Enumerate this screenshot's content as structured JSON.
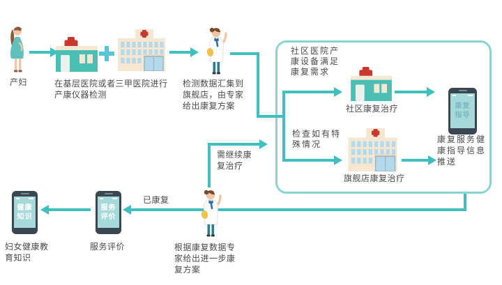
{
  "colors": {
    "arrow_teal": "#3fbfbf",
    "box_border_teal": "#8ad4d4",
    "building_teal": "#4cbfb4",
    "building_cream": "#f6e7d3",
    "red_cross": "#c9382e",
    "window_blue": "#b3d9ec",
    "plus_cyan": "#56c5d6",
    "phone_frame": "#3a4750",
    "phone_screen": "#a6d9da",
    "text_gray": "#4b4b4b"
  },
  "flow": {
    "woman_label": "产妇",
    "step1_label": "在基层医院或者三甲医院进行\n产康仪器检测",
    "step2_label": "检测数据汇集到\n旗舰店，由专家\n给出康复方案",
    "continue_label": "需继续康\n复治疗",
    "recovered_label": "已康复",
    "doctor2_label": "根据康复数据专\n家给出进一步康\n复方案",
    "eval_phone_screen": "服务\n评价",
    "eval_label": "服务评价",
    "health_phone_screen": "健康\n知识",
    "health_label": "妇女健康教\n育知识"
  },
  "box": {
    "community_condition": "社区医院产\n康设备满足\n康复需求",
    "community_clinic_label": "社区康复治疗",
    "guidance_phone_screen": "康复\n指导",
    "special_condition": "检查如有特\n殊情况",
    "flagship_label": "旗舰店康复治疗",
    "push_label": "康复服务健\n康指导信息\n推送"
  }
}
